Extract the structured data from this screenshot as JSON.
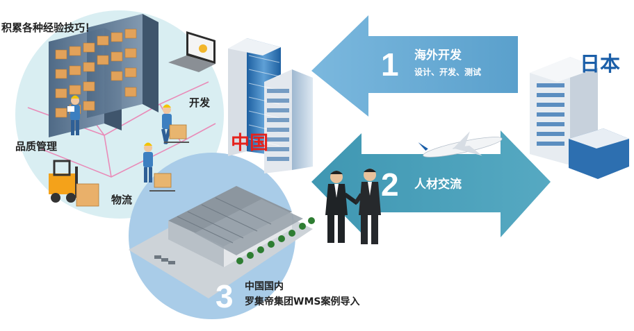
{
  "top_left_caption": "积累各种经验技巧！",
  "region_labels": {
    "china": "中国",
    "japan": "日本"
  },
  "activity_labels": {
    "development": "开发",
    "quality": "品质管理",
    "logistics": "物流"
  },
  "steps": [
    {
      "number": "1",
      "title": "海外开发",
      "subtitle": "设计、开发、测试"
    },
    {
      "number": "2",
      "title": "人材交流"
    },
    {
      "number": "3",
      "title": "中国国内",
      "subtitle": "罗集帝集团WMS案例导入"
    }
  ],
  "colors": {
    "arrow1": "#6aaed6",
    "arrow2": "#4aa0b8",
    "circle_top": "#d9eef2",
    "circle_bottom": "#a9cce8",
    "china_red": "#e5211c",
    "japan_blue": "#1a5ea8",
    "building_blue": "#2d6fb0"
  }
}
